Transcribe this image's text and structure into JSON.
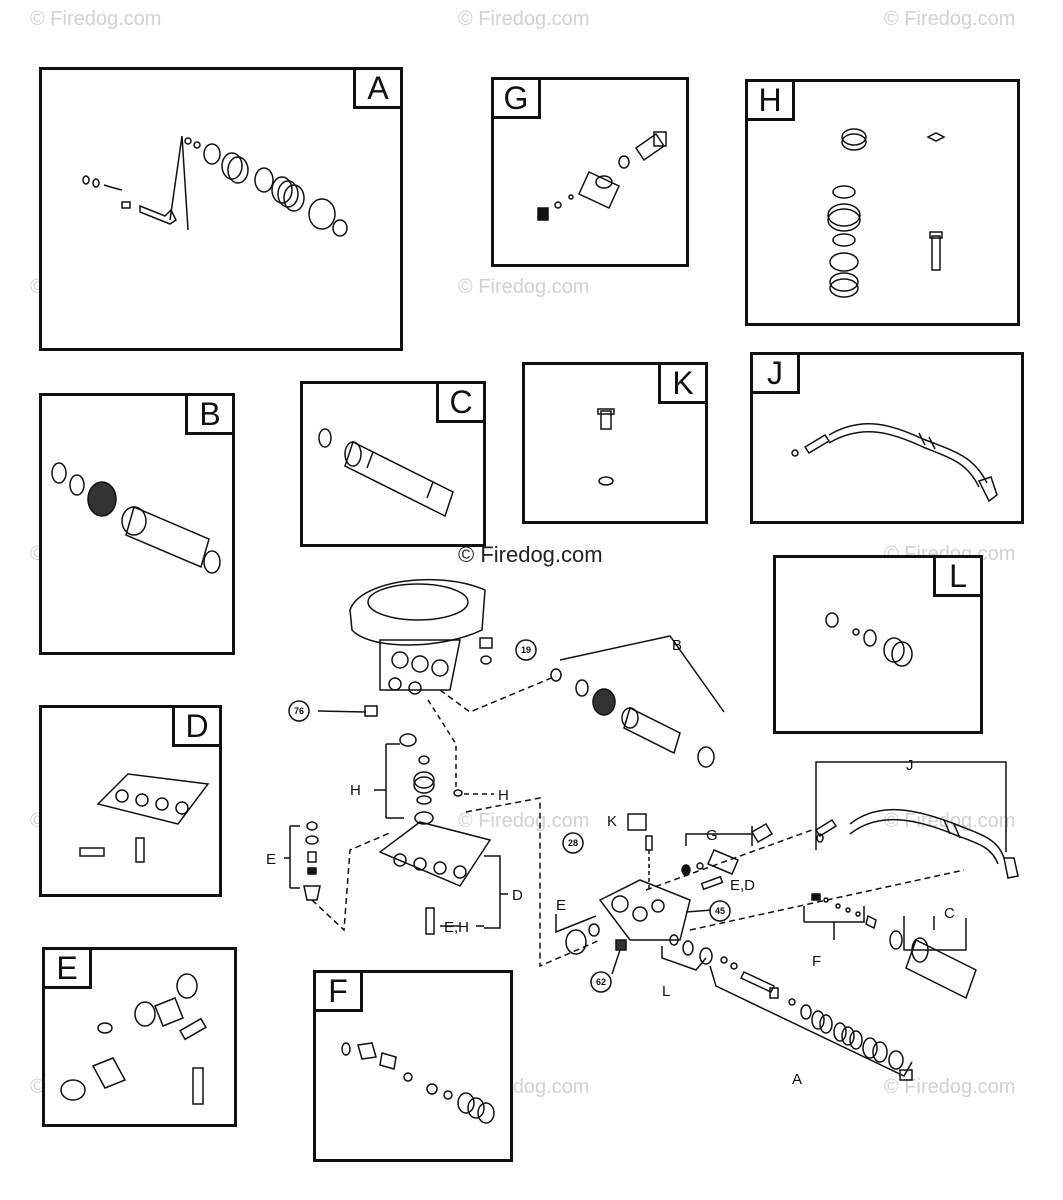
{
  "watermark": "© Firedog.com",
  "center_watermark": "© Firedog.com",
  "panels": {
    "A": "A",
    "B": "B",
    "C": "C",
    "D": "D",
    "E": "E",
    "F": "F",
    "G": "G",
    "H": "H",
    "J": "J",
    "K": "K",
    "L": "L"
  },
  "callouts": {
    "n19": "19",
    "n76": "76",
    "n28": "28",
    "n45": "45",
    "n62": "62"
  },
  "assembly_labels": {
    "B": "B",
    "H_bracket": "H",
    "H_dash": "H",
    "E_left": "E",
    "EH": "E,H",
    "D": "D",
    "K": "K",
    "G": "G",
    "ED": "E,D",
    "E_mid": "E",
    "J": "J",
    "C": "C",
    "F": "F",
    "L": "L",
    "A": "A"
  }
}
